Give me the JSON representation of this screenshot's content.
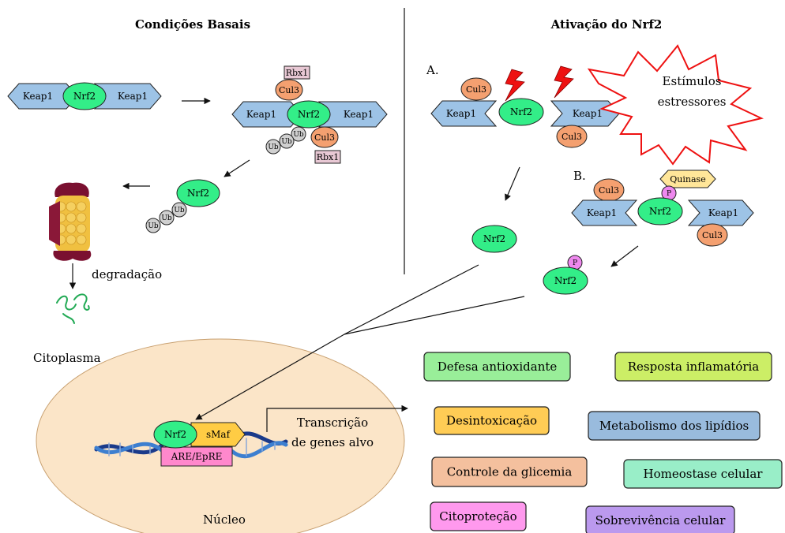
{
  "headers": {
    "basal": "Condições Basais",
    "activation": "Ativação do Nrf2"
  },
  "labels": {
    "keap1": "Keap1",
    "nrf2": "Nrf2",
    "cul3": "Cul3",
    "rbx1": "Rbx1",
    "ub": "Ub",
    "p": "P",
    "quinase": "Quinase",
    "smaf": "sMaf",
    "are_epre": "ARE/EpRE",
    "degradacao": "degradação",
    "citoplasma": "Citoplasma",
    "nucleo": "Núcleo",
    "transcricao_line1": "Transcrição",
    "transcricao_line2": "de genes alvo",
    "estimulos_line1": "Estímulos",
    "estimulos_line2": "estressores",
    "panel_a": "A.",
    "panel_b": "B."
  },
  "outcomes": [
    {
      "label": "Defesa antioxidante",
      "color": "#99ee99"
    },
    {
      "label": "Resposta inflamatória",
      "color": "#ccee66"
    },
    {
      "label": "Desintoxicação",
      "color": "#ffcc55"
    },
    {
      "label": "Metabolismo dos lipídios",
      "color": "#99bbdd"
    },
    {
      "label": "Controle da glicemia",
      "color": "#f4c09e"
    },
    {
      "label": "Homeostase celular",
      "color": "#99eec8"
    },
    {
      "label": "Citoproteção",
      "color": "#ff99ee"
    },
    {
      "label": "Sobrevivência celular",
      "color": "#bb99ee"
    }
  ],
  "colors": {
    "keap1": "#9dc3e6",
    "nrf2": "#33ee88",
    "cul3": "#f4a070",
    "rbx1": "#e8c8d4",
    "ub": "#d0d0d0",
    "p": "#ee88ee",
    "quinase": "#ffe699",
    "smaf": "#ffcc44",
    "are": "#ff88cc",
    "nucleus": "#fbe5c8",
    "lightning": "#ee1111",
    "stress_outline": "#ee1111"
  }
}
